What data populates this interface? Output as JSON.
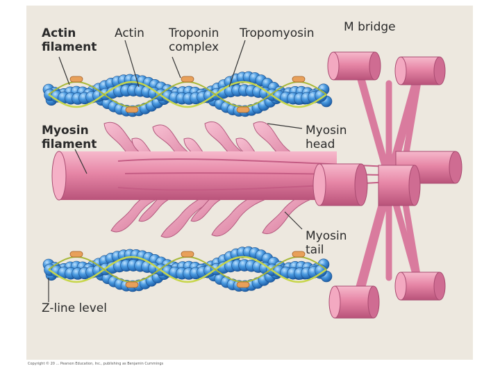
{
  "labels": {
    "actin_filament": "Actin\nfilament",
    "actin": "Actin",
    "troponin_complex": "Troponin\ncomplex",
    "tropomyosin": "Tropomyosin",
    "m_bridge": "M bridge",
    "myosin_filament": "Myosin\nfilament",
    "myosin_head": "Myosin\nhead",
    "myosin_tail": "Myosin\ntail",
    "z_line_level": "Z-line level"
  },
  "footer": {
    "copyright": "Copyright © 20 ... Pearson Education, Inc., publishing as Benjamin Cummings"
  },
  "colors": {
    "background": "#ede8df",
    "actin_bead": "#3f8fd8",
    "tropomyosin": "#c7d64a",
    "troponin": "#e8a05a",
    "myosin": "#e07fa0"
  }
}
